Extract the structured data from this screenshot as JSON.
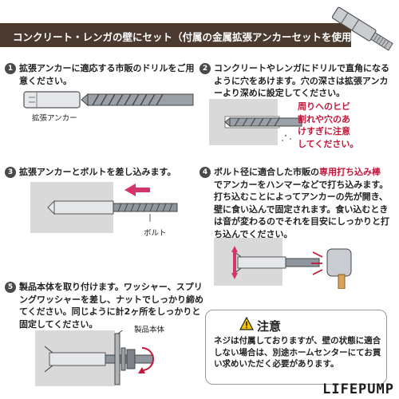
{
  "banner": {
    "title": "コンクリート・レンガの壁にセット（付属の金属拡張アンカーセットを使用）"
  },
  "steps": [
    {
      "num": "1",
      "lines": [
        "拡張アンカーに適応する市販のドリルをご用",
        "意ください。"
      ],
      "label": "拡張アンカー"
    },
    {
      "num": "2",
      "lines": [
        "コンクリートやレンガにドリルで直角になる",
        "ように穴をあけます。穴の深さは拡張アンカ",
        "ーより深めに設定してください。"
      ],
      "note": "周りへのヒビ\n割れや穴のあ\nけすぎに注意\nしてください。"
    },
    {
      "num": "3",
      "lines": [
        "拡張アンカーとボルトを差し込みます。"
      ],
      "label": "ボルト"
    },
    {
      "num": "4",
      "pre": "ボルト径に適合した市販の",
      "highlight": "専用打ち込み棒",
      "lines": [
        "でアンカーをハンマーなどで打ち込みます。",
        "打ち込むことによってアンカーの先が開き、",
        "壁に食い込んで固定されます。食い込むとき",
        "は音が変わるのでそれを目安にしっかりと打",
        "ち込んでください。"
      ]
    },
    {
      "num": "5",
      "lines": [
        "製品本体を取り付けます。ワッシャー、スプリ",
        "ングワッシャーを差し、ナットでしっかり締め",
        "てください。同じように計2ヶ所をしっかりと",
        "固定してください。"
      ],
      "label": "製品本体"
    }
  ],
  "caution": {
    "title": "注意",
    "text": "ネジは付属しておりますが、壁の状態に適合しない場合は、別途ホームセンターにてお買い求めいただく必要があります。"
  },
  "watermark": "LIFEPUMP",
  "colors": {
    "banner": "#4b3a2f",
    "accent": "#c1173a",
    "concrete": "#d9d9d9"
  }
}
